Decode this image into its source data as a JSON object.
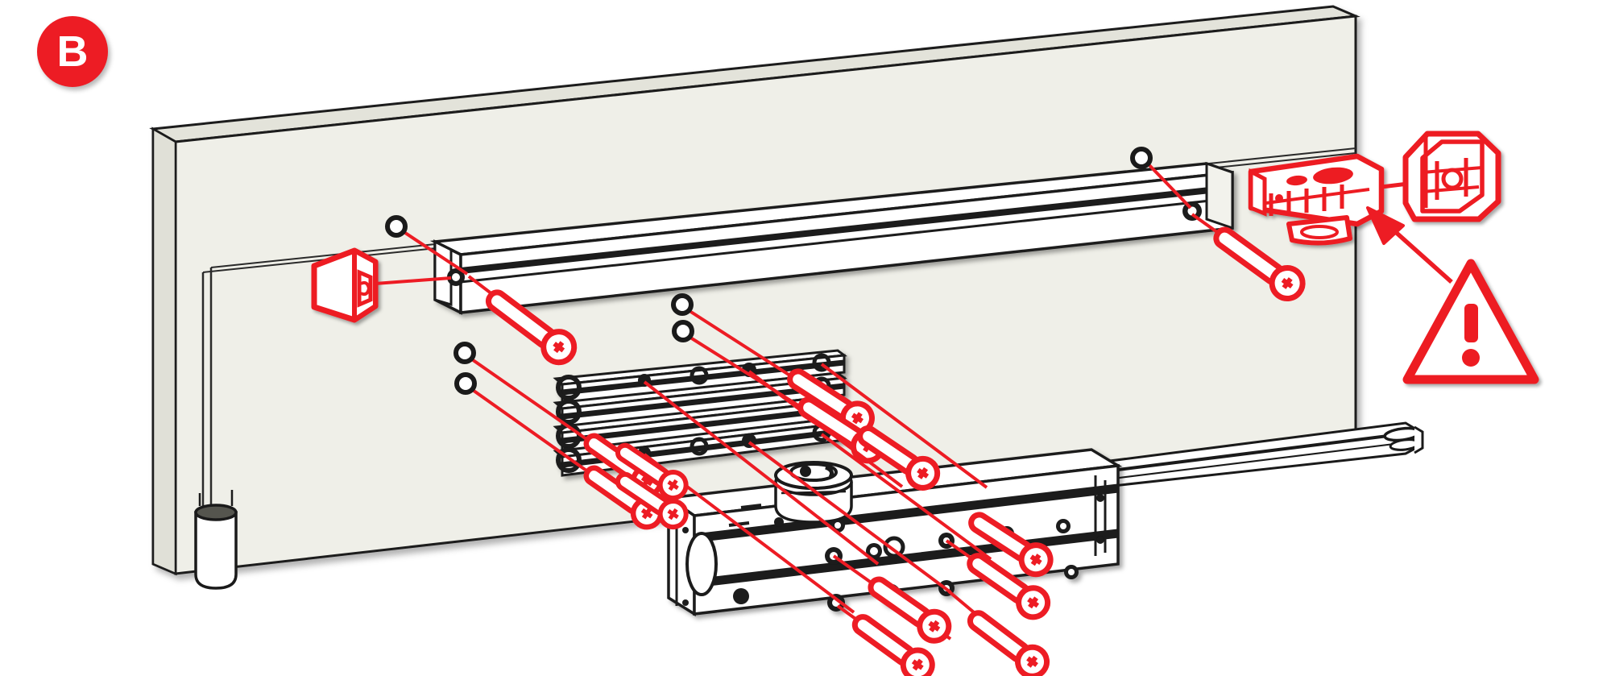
{
  "figure": {
    "title": "Door closer installation diagram - Step B",
    "type": "exploded-assembly-line-drawing",
    "background_color": "#ffffff"
  },
  "step_badge": {
    "name": "step-badge-b",
    "label": "B",
    "fill_color": "#ED1C24",
    "text_color": "#ffffff"
  },
  "colors": {
    "accent_red": "#ED1C24",
    "line_black": "#1a1a1a",
    "door_face": "#EFEFE8",
    "door_edge": "#E3E3DA",
    "white_part": "#ffffff"
  },
  "components": {
    "door_panel": {
      "name": "door-leaf",
      "description": "Large door leaf shown in isometric view"
    },
    "door_frame_reveal": {
      "name": "door-frame-reveal",
      "description": "Inset frame line on door face"
    },
    "pivot_cylinder": {
      "name": "bottom-pivot-cylinder",
      "description": "Cylindrical bottom pivot at lower left of door"
    },
    "top_rail": {
      "name": "top-guide-rail",
      "description": "Upper slide channel rail mounted on door head"
    },
    "lower_rail": {
      "name": "lower-guide-rail",
      "description": "Lower guide rail with slider extending to the right"
    },
    "shim_plates": {
      "name": "mounting-shim-plate-stack",
      "count": 4,
      "description": "Stack of four perforated mounting plates / spacer shims"
    },
    "closer_body": {
      "name": "door-closer-body",
      "description": "Main door closer body with pinion spindle on top"
    },
    "spindle": {
      "name": "closer-spindle",
      "description": "Splined pinion shaft on top of closer body"
    },
    "end_cap_left": {
      "name": "rail-end-cap-left",
      "color": "#ED1C24",
      "description": "Red end cap pressed into left end of top rail"
    },
    "slider_carriage": {
      "name": "slider-carriage",
      "color": "#ED1C24",
      "description": "Red slider / roller carriage at right end of top rail"
    },
    "bracket": {
      "name": "arm-connector-bracket",
      "color": "#ED1C24",
      "description": "Red connector bracket detached to the right"
    }
  },
  "annotations": {
    "warning": {
      "name": "warning-triangle",
      "symbol": "!",
      "color": "#ED1C24",
      "description": "Red warning triangle with exclamation mark"
    },
    "warning_arrow": {
      "name": "warning-pointer-arrow",
      "color": "#ED1C24",
      "description": "Red arrow pointing from warning triangle to slider carriage"
    },
    "hole_markers": {
      "name": "hole-callout-marker",
      "count": 10,
      "style": "small black open circle at start of red leader line"
    },
    "screws": {
      "name": "mounting-screw",
      "count": 11,
      "color": "#ED1C24",
      "style": "red outlined pan-head Phillips screw with shaft"
    },
    "leader_lines": {
      "name": "assembly-leader-line",
      "color": "#ED1C24",
      "description": "Red lines showing screw insertion paths into holes"
    }
  }
}
